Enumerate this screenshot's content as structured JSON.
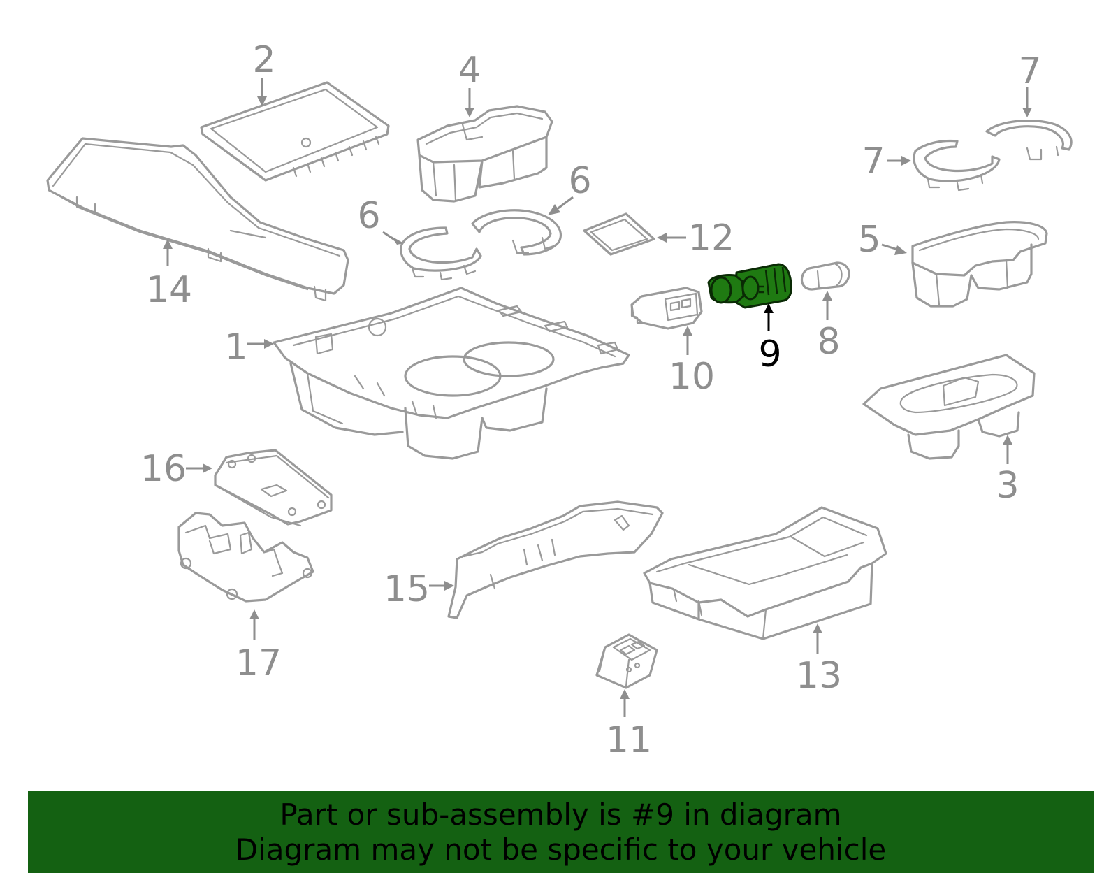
{
  "highlighted_part": "9",
  "colors": {
    "outline": "#9a9a9a",
    "highlight_fill": "#1f7a12",
    "banner_bg": "#146112",
    "label": "#8e8e8e",
    "active_label": "#000000"
  },
  "callouts": {
    "c1": "1",
    "c2": "2",
    "c3": "3",
    "c4": "4",
    "c5": "5",
    "c6a": "6",
    "c6b": "6",
    "c7a": "7",
    "c7b": "7",
    "c8": "8",
    "c9": "9",
    "c10": "10",
    "c11": "11",
    "c12": "12",
    "c13": "13",
    "c14": "14",
    "c15": "15",
    "c16": "16",
    "c17": "17"
  },
  "banner": {
    "line1": "Part or sub-assembly is #9 in diagram",
    "line2": "Diagram may not be specific to your vehicle"
  }
}
